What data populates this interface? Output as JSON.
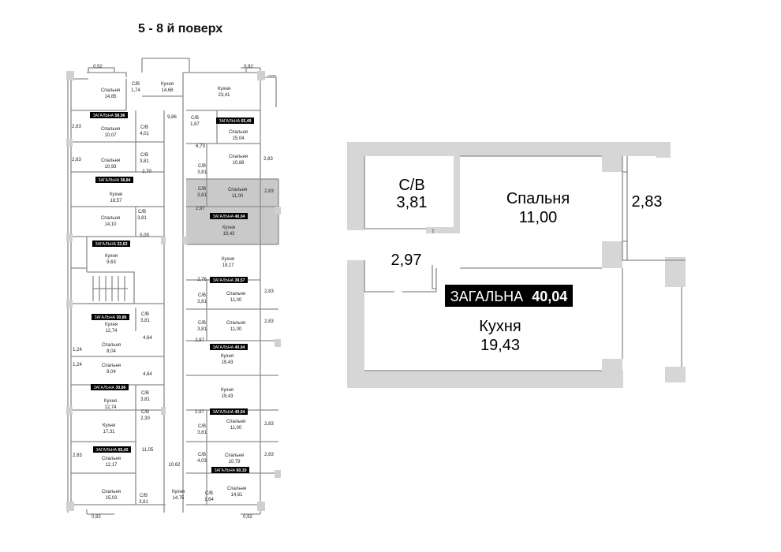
{
  "title": "5 - 8 й поверх",
  "colors": {
    "wall": "#d6d6d6",
    "line": "#8c8c8c",
    "highlight": "#c9c9c9",
    "badge": "#000000",
    "badge_text": "#ffffff"
  },
  "floor_labels": [
    {
      "t": "0,92"
    },
    {
      "t": "0,92"
    },
    {
      "t": "Спальня"
    },
    {
      "t": "14,85"
    },
    {
      "t": "С/В"
    },
    {
      "t": "1,74"
    },
    {
      "t": "Кухня"
    },
    {
      "t": "14,68"
    },
    {
      "t": "Кухня"
    },
    {
      "t": "23,41"
    },
    {
      "t": "9,86"
    },
    {
      "t": "С/В"
    },
    {
      "t": "1,87"
    },
    {
      "t": "2,83"
    },
    {
      "t": "Спальня"
    },
    {
      "t": "10,07"
    },
    {
      "t": "С/В"
    },
    {
      "t": "4,01"
    },
    {
      "t": "Спальня"
    },
    {
      "t": "15,04"
    },
    {
      "t": "6,73"
    },
    {
      "t": "2,83"
    },
    {
      "t": "Спальня"
    },
    {
      "t": "10,93"
    },
    {
      "t": "С/В"
    },
    {
      "t": "3,81"
    },
    {
      "t": "С/В"
    },
    {
      "t": "3,81"
    },
    {
      "t": "Спальня"
    },
    {
      "t": "10,88"
    },
    {
      "t": "2,83"
    },
    {
      "t": "2,70"
    },
    {
      "t": "Кухня"
    },
    {
      "t": "18,57"
    },
    {
      "t": "С/В"
    },
    {
      "t": "3,81"
    },
    {
      "t": "Спальня"
    },
    {
      "t": "11,00"
    },
    {
      "t": "2,83"
    },
    {
      "t": "2,97"
    },
    {
      "t": "Спальня"
    },
    {
      "t": "14,10"
    },
    {
      "t": "С/В"
    },
    {
      "t": "3,81"
    },
    {
      "t": "Кухня"
    },
    {
      "t": "19,43"
    },
    {
      "t": "5,09"
    },
    {
      "t": "Кухня"
    },
    {
      "t": "9,63"
    },
    {
      "t": "Кухня"
    },
    {
      "t": "19,17"
    },
    {
      "t": "2,76"
    },
    {
      "t": "С/В"
    },
    {
      "t": "3,81"
    },
    {
      "t": "Спальня"
    },
    {
      "t": "11,00"
    },
    {
      "t": "2,83"
    },
    {
      "t": "Кухня"
    },
    {
      "t": "12,74"
    },
    {
      "t": "С/В"
    },
    {
      "t": "3,81"
    },
    {
      "t": "С/В"
    },
    {
      "t": "3,81"
    },
    {
      "t": "Спальня"
    },
    {
      "t": "11,00"
    },
    {
      "t": "2,83"
    },
    {
      "t": "4,64"
    },
    {
      "t": "2,97"
    },
    {
      "t": "1,24"
    },
    {
      "t": "Спальня"
    },
    {
      "t": "8,04"
    },
    {
      "t": "Кухня"
    },
    {
      "t": "19,43"
    },
    {
      "t": "1,24"
    },
    {
      "t": "Спальня"
    },
    {
      "t": "8,04"
    },
    {
      "t": "4,64"
    },
    {
      "t": "Кухня"
    },
    {
      "t": "12,74"
    },
    {
      "t": "С/В"
    },
    {
      "t": "3,81"
    },
    {
      "t": "Кухня"
    },
    {
      "t": "19,43"
    },
    {
      "t": "С/В"
    },
    {
      "t": "2,30"
    },
    {
      "t": "2,97"
    },
    {
      "t": "Кухня"
    },
    {
      "t": "17,31"
    },
    {
      "t": "С/В"
    },
    {
      "t": "3,81"
    },
    {
      "t": "Спальня"
    },
    {
      "t": "11,00"
    },
    {
      "t": "2,83"
    },
    {
      "t": "11,05"
    },
    {
      "t": "2,83"
    },
    {
      "t": "Спальня"
    },
    {
      "t": "12,17"
    },
    {
      "t": "С/В"
    },
    {
      "t": "4,03"
    },
    {
      "t": "Спальня"
    },
    {
      "t": "10,79"
    },
    {
      "t": "2,83"
    },
    {
      "t": "10,62"
    },
    {
      "t": "Спальня"
    },
    {
      "t": "15,03"
    },
    {
      "t": "С/В"
    },
    {
      "t": "3,81"
    },
    {
      "t": "Кухня"
    },
    {
      "t": "14,75"
    },
    {
      "t": "С/В"
    },
    {
      "t": "1,64"
    },
    {
      "t": "Спальня"
    },
    {
      "t": "14,61"
    },
    {
      "t": "0,92"
    },
    {
      "t": "0,92"
    }
  ],
  "floor_badges": [
    {
      "label": "ЗАГАЛЬНА",
      "value": "58,96"
    },
    {
      "label": "ЗАГАЛЬНА",
      "value": "65,49"
    },
    {
      "label": "ЗАГАЛЬНА",
      "value": "38,84"
    },
    {
      "label": "ЗАГАЛЬНА",
      "value": "40,04"
    },
    {
      "label": "ЗАГАЛЬНА",
      "value": "32,63"
    },
    {
      "label": "ЗАГАЛЬНА",
      "value": "39,57"
    },
    {
      "label": "ЗАГАЛЬНА",
      "value": "30,86"
    },
    {
      "label": "ЗАГАЛЬНА",
      "value": "40,04"
    },
    {
      "label": "ЗАГАЛЬНА",
      "value": "30,86"
    },
    {
      "label": "ЗАГАЛЬНА",
      "value": "40,04"
    },
    {
      "label": "ЗАГАЛЬНА",
      "value": "65,42"
    },
    {
      "label": "ЗАГАЛЬНА",
      "value": "60,19"
    }
  ],
  "unit": {
    "bath": {
      "name": "С/В",
      "area": "3,81"
    },
    "bedroom": {
      "name": "Спальня",
      "area": "11,00"
    },
    "balcony": {
      "area": "2,83"
    },
    "hall": {
      "area": "2,97"
    },
    "total": {
      "label": "ЗАГАЛЬНА",
      "value": "40,04"
    },
    "kitchen": {
      "name": "Кухня",
      "area": "19,43"
    }
  }
}
